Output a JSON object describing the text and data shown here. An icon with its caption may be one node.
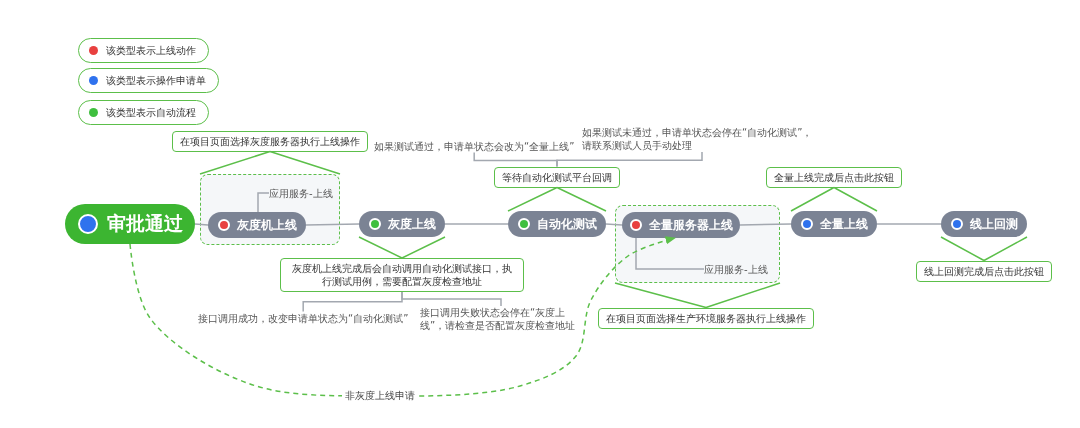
{
  "diagram": {
    "nodes": [
      {
        "text": [
          "审批通过"
        ]
      },
      {
        "text": [],
        "shape": "box"
      },
      {
        "text": [
          "灰度机上线"
        ],
        "in": 1
      },
      {
        "text": [
          "应用服务-上线"
        ],
        "in": 1
      },
      {
        "text": [
          "灰度上线"
        ]
      },
      {
        "text": [
          "自动化测试"
        ]
      },
      {
        "text": [],
        "shape": "box"
      },
      {
        "text": [
          "全量服务器上线"
        ],
        "in": 6
      },
      {
        "text": [
          "应用服务-上线"
        ],
        "in": 6
      },
      {
        "text": [
          "全量上线"
        ]
      },
      {
        "text": [
          "线上回测"
        ]
      },
      {
        "text": [
          "在项目页面选择灰度服务器执行上线操作"
        ]
      },
      {
        "text": [
          "如果测试通过，申请单状态会改为“全量上线”"
        ]
      },
      {
        "text": [
          "如果测试未通过，申请单状态会停在“自动化测试”，请联系测试人员手动处理"
        ]
      },
      {
        "text": [
          "等待自动化测试平台回调"
        ]
      },
      {
        "text": [
          "全量上线完成后点击此按钮"
        ]
      },
      {
        "text": [
          "灰度机上线完成后会自动调用自动化测试接口，执行测试用例，需要配置灰度检查地址"
        ]
      },
      {
        "text": [
          "接口调用成功，改变申请单状态为“自动化测试”"
        ]
      },
      {
        "text": [
          "接口调用失败状态会停在“灰度上线”，请检查是否配置灰度检查地址"
        ]
      },
      {
        "text": [
          "在项目页面选择生产环境服务器执行上线操作"
        ]
      },
      {
        "text": [
          "线上回测完成后点击此按钮"
        ]
      }
    ],
    "edges": [
      {
        "from": 0,
        "to": 2,
        "arrow": "none"
      },
      {
        "from": 2,
        "to": 4,
        "arrow": "none"
      },
      {
        "from": 4,
        "to": 5,
        "arrow": "none"
      },
      {
        "from": 5,
        "to": 7,
        "arrow": "none"
      },
      {
        "from": 7,
        "to": 9,
        "arrow": "none"
      },
      {
        "from": 9,
        "to": 10,
        "arrow": "none"
      },
      {
        "from": 2,
        "to": 3,
        "arrow": "none"
      },
      {
        "from": 7,
        "to": 8,
        "arrow": "none"
      },
      {
        "from": 1,
        "to": 11,
        "arrow": "none",
        "color": "#5cbf4a"
      },
      {
        "from": 4,
        "to": 16,
        "arrow": "none",
        "color": "#5cbf4a"
      },
      {
        "from": 5,
        "to": 14,
        "arrow": "none",
        "color": "#5cbf4a"
      },
      {
        "from": 6,
        "to": 19,
        "arrow": "none",
        "color": "#5cbf4a"
      },
      {
        "from": 9,
        "to": 15,
        "arrow": "none",
        "color": "#5cbf4a"
      },
      {
        "from": 10,
        "to": 20,
        "arrow": "none",
        "color": "#5cbf4a"
      },
      {
        "from": 14,
        "to": 12,
        "arrow": "none"
      },
      {
        "from": 14,
        "to": 13,
        "arrow": "none"
      },
      {
        "from": 16,
        "to": 17,
        "arrow": "none"
      },
      {
        "from": 16,
        "to": 18,
        "arrow": "none"
      },
      {
        "from": 0,
        "to": 7,
        "arrow": "to",
        "label": "非灰度上线申请",
        "style": "dashed",
        "color": "#5cbf4a"
      }
    ],
    "legend": [
      {
        "text": "该类型表示上线动作",
        "color": "#e8403f"
      },
      {
        "text": "该类型表示操作申请单",
        "color": "#2f72ee"
      },
      {
        "text": "该类型表示自动流程",
        "color": "#3fbf3f"
      }
    ]
  }
}
